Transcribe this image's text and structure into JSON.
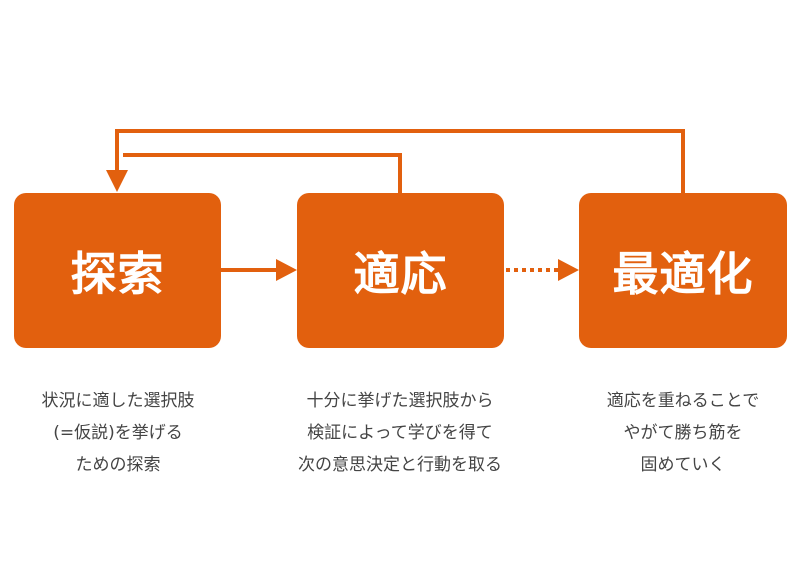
{
  "diagram": {
    "accent_color": "#e2600e",
    "text_color": "#444444",
    "stages": [
      {
        "id": "explore",
        "title": "探索",
        "description": [
          "状況に適した選択肢",
          "(=仮説)を挙げる",
          "ための探索"
        ]
      },
      {
        "id": "adapt",
        "title": "適応",
        "description": [
          "十分に挙げた選択肢から",
          "検証によって学びを得て",
          "次の意思決定と行動を取る"
        ]
      },
      {
        "id": "optimize",
        "title": "最適化",
        "description": [
          "適応を重ねることで",
          "やがて勝ち筋を",
          "固めていく"
        ]
      }
    ],
    "connectors": [
      {
        "from": "explore",
        "to": "adapt",
        "style": "solid"
      },
      {
        "from": "adapt",
        "to": "optimize",
        "style": "dotted"
      },
      {
        "from": "adapt",
        "to": "explore",
        "style": "solid-loop"
      },
      {
        "from": "optimize",
        "to": "explore",
        "style": "solid-loop"
      }
    ]
  }
}
